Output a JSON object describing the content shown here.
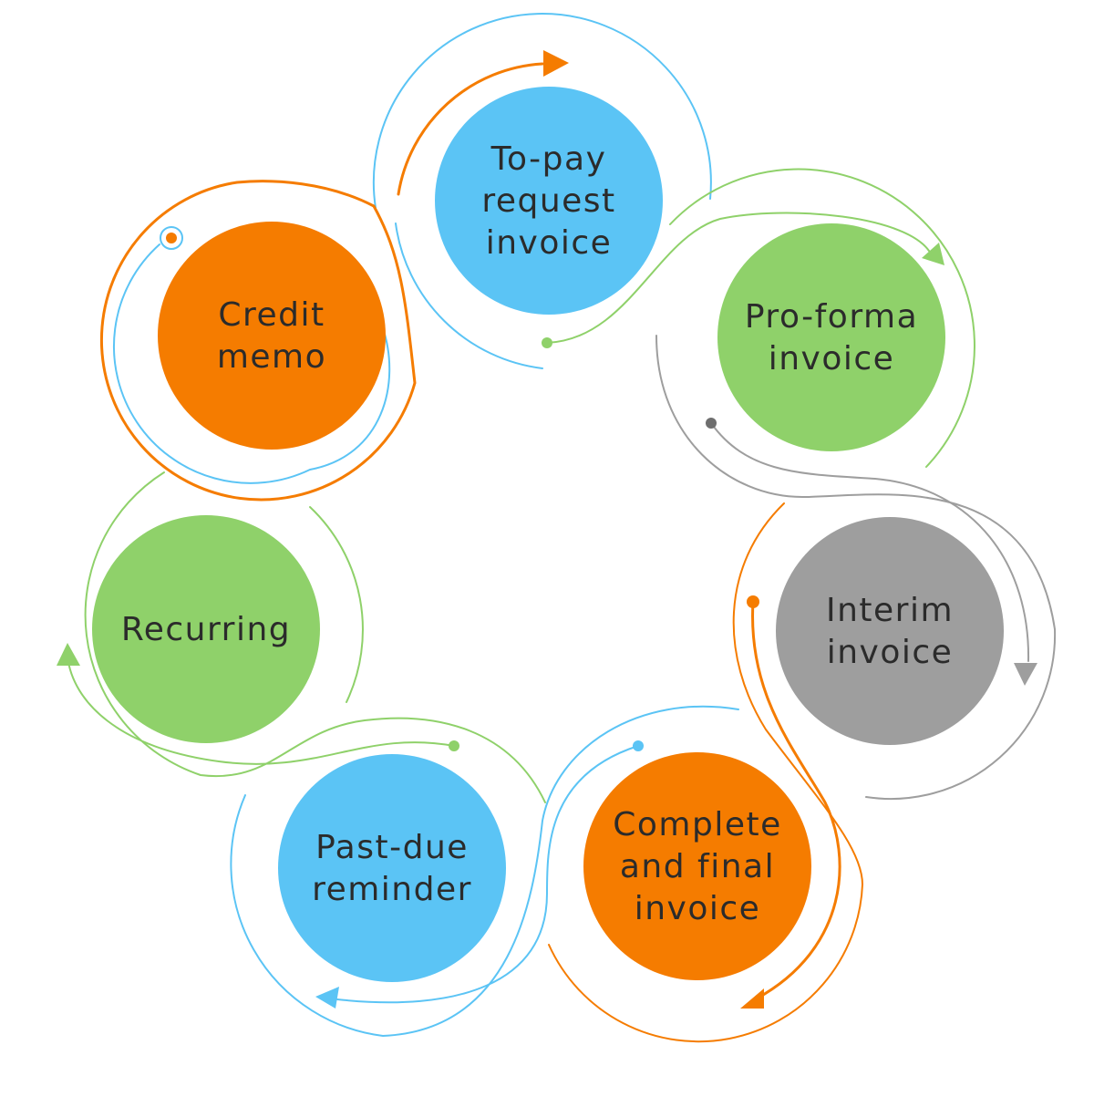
{
  "diagram": {
    "colors": {
      "orange": "#F57C00",
      "blue": "#5BC4F5",
      "green": "#8FD16A",
      "gray": "#9E9E9E",
      "text": "#2B2B2B"
    },
    "nodes": [
      {
        "id": "to-pay-request-invoice",
        "color": "blue",
        "lines": [
          "To-pay",
          "request",
          "invoice"
        ]
      },
      {
        "id": "pro-forma-invoice",
        "color": "green",
        "lines": [
          "Pro-forma",
          "invoice"
        ]
      },
      {
        "id": "interim-invoice",
        "color": "gray",
        "lines": [
          "Interim",
          "invoice"
        ]
      },
      {
        "id": "complete-and-final-invoice",
        "color": "orange",
        "lines": [
          "Complete",
          "and final",
          "invoice"
        ]
      },
      {
        "id": "past-due-reminder",
        "color": "blue",
        "lines": [
          "Past-due",
          "reminder"
        ]
      },
      {
        "id": "recurring",
        "color": "green",
        "lines": [
          "Recurring"
        ]
      },
      {
        "id": "credit-memo",
        "color": "orange",
        "lines": [
          "Credit",
          "memo"
        ]
      }
    ]
  }
}
